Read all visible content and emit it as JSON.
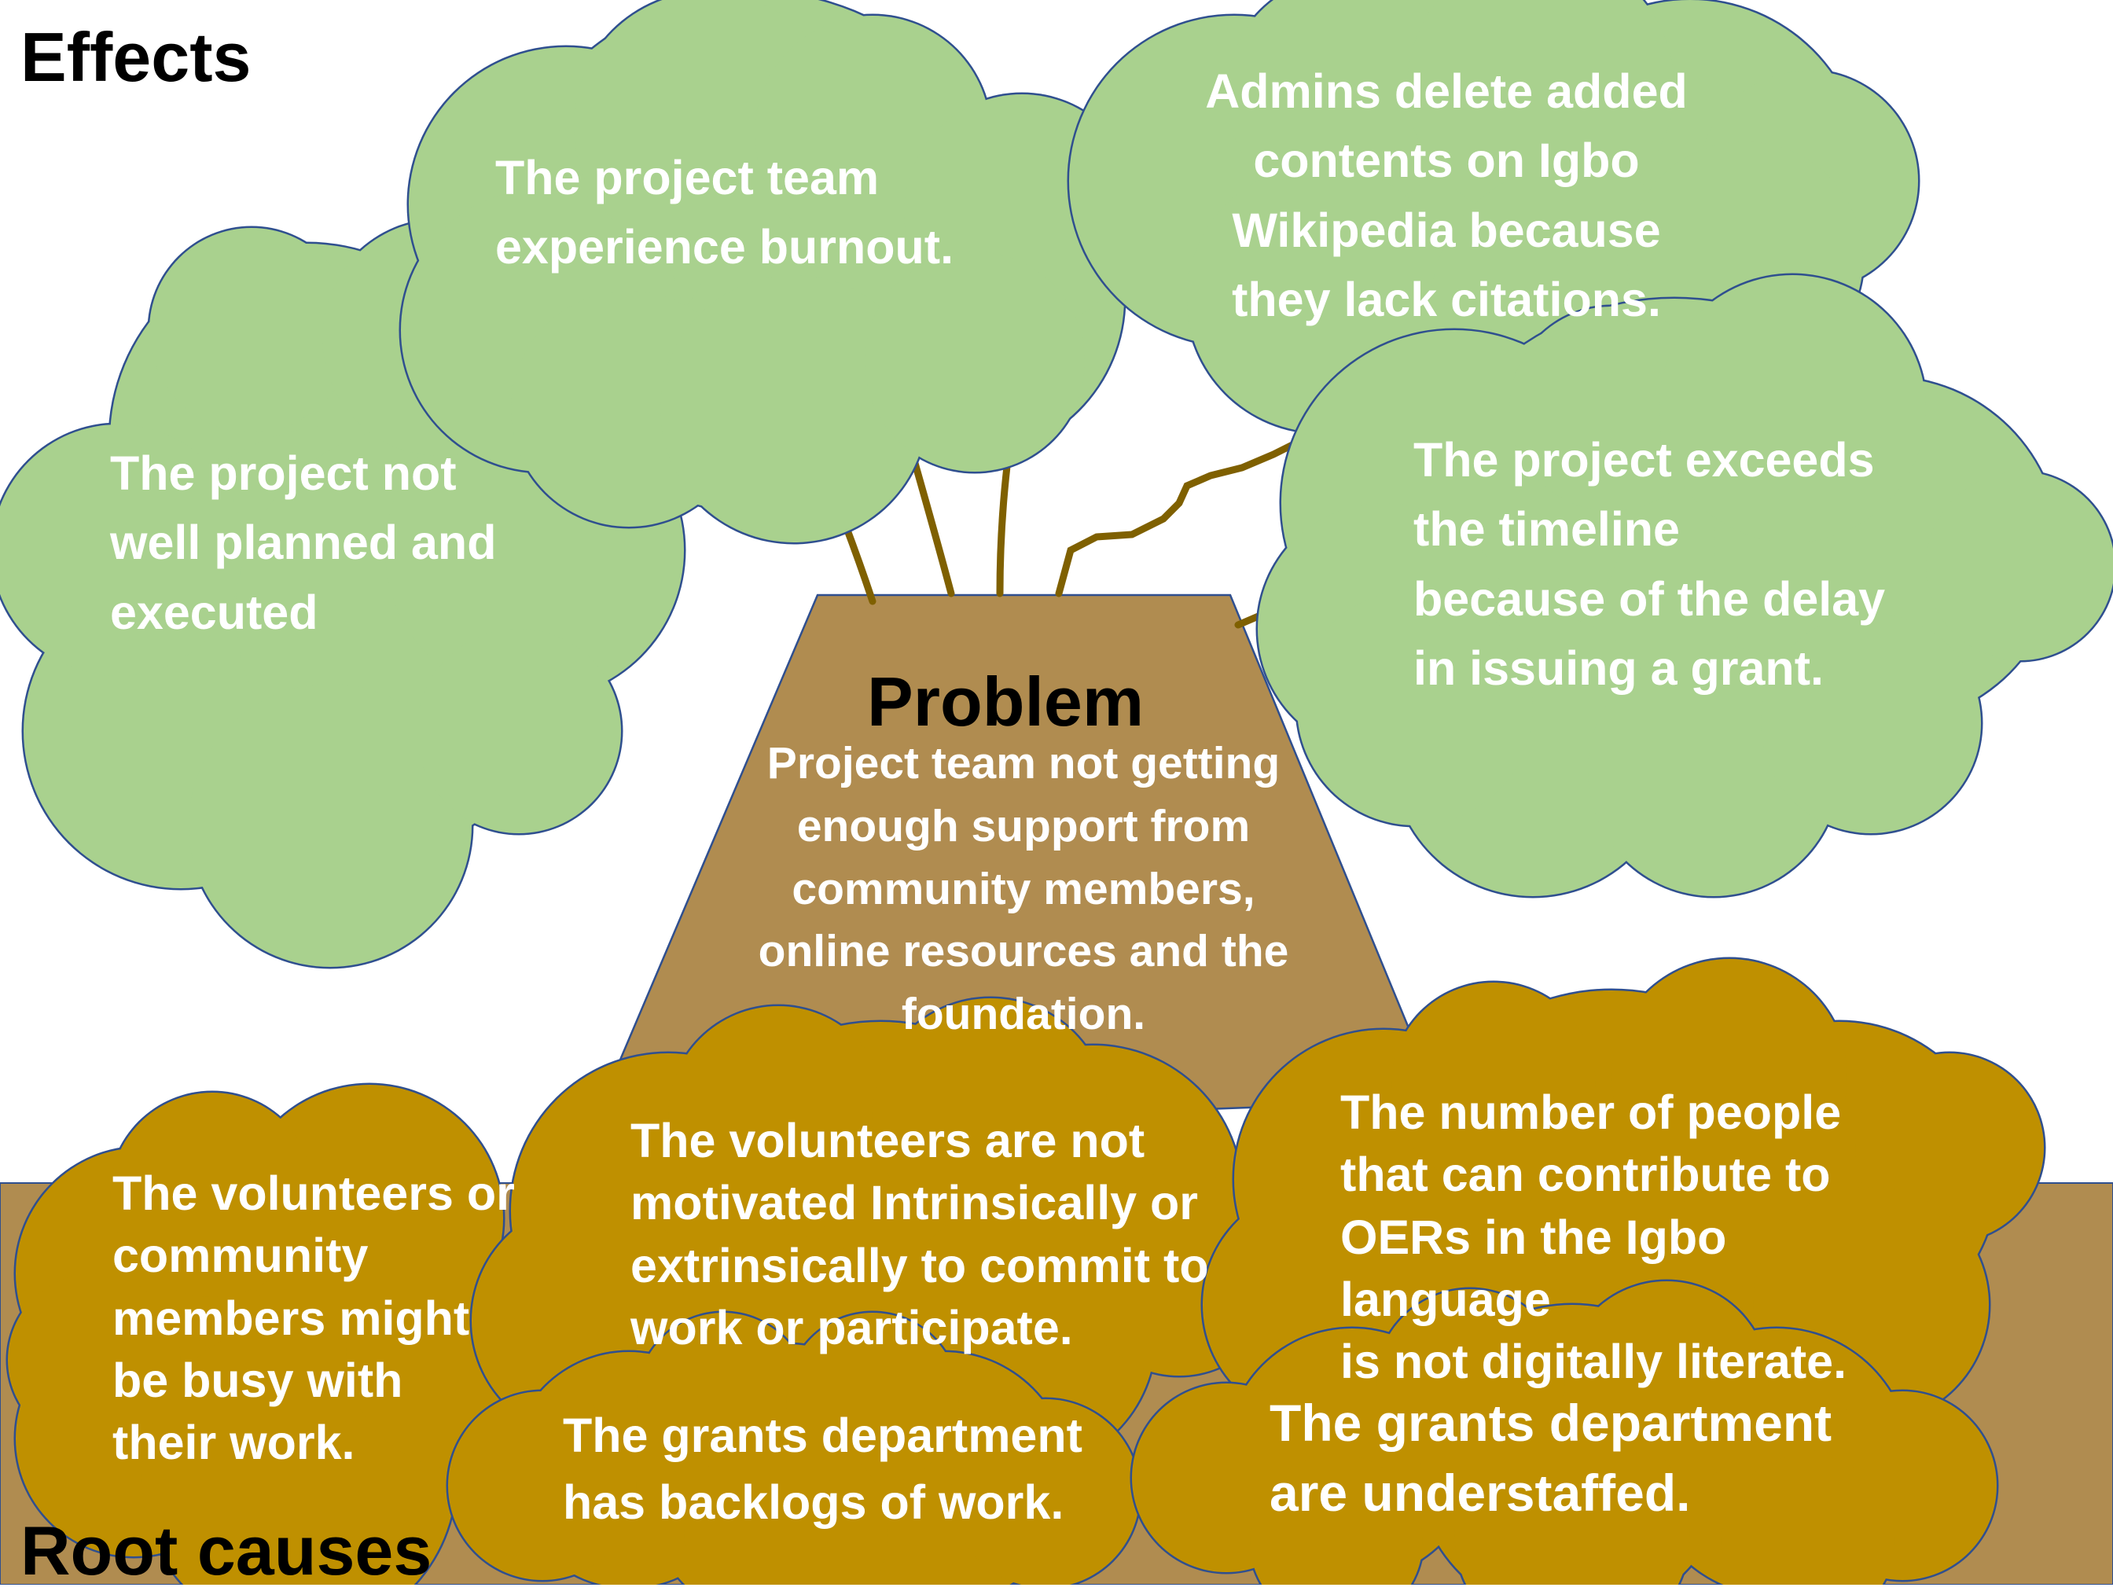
{
  "colors": {
    "leaf_fill": "#a9d18e",
    "leaf_stroke": "#2f4f8f",
    "root_fill": "#bf9000",
    "trunk_fill": "#b08c50",
    "soil_fill": "#b08c50",
    "branch_color": "#7f6000",
    "text_light": "#ffffff",
    "text_dark": "#000000"
  },
  "headings": {
    "effects": "Effects",
    "problem": "Problem",
    "root_causes": "Root causes"
  },
  "problem_statement": "Project team not getting enough support from community members, online resources and the foundation.",
  "effects": [
    {
      "text": "The project not\nwell planned and\nexecuted"
    },
    {
      "text": "The project team\nexperience burnout."
    },
    {
      "text": "Admins delete added\ncontents on Igbo\nWikipedia because\nthey lack citations."
    },
    {
      "text": "The project exceeds\nthe timeline\nbecause of the delay\nin issuing a grant."
    }
  ],
  "root_causes": [
    {
      "text": "The volunteers or\ncommunity\nmembers might\nbe busy with\ntheir work."
    },
    {
      "text": "The volunteers are not\nmotivated Intrinsically or\nextrinsically to commit to\nwork or participate."
    },
    {
      "text": "The number of people\nthat can contribute to\nOERs in the Igbo language\nis not digitally literate."
    },
    {
      "text": "The grants department\nhas backlogs of work."
    },
    {
      "text": "The grants department\nare understaffed."
    }
  ]
}
